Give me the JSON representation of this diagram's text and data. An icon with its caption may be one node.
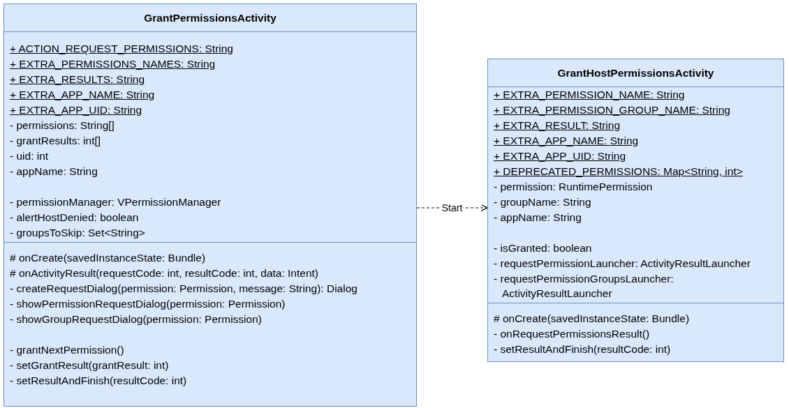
{
  "diagram": {
    "nodes": [
      {
        "text": [
          "GrantPermissionsActivity",
          "+ ACTION_REQUEST_PERMISSIONS: String",
          "+ EXTRA_PERMISSIONS_NAMES: String",
          "+ EXTRA_RESULTS: String",
          "+ EXTRA_APP_NAME: String",
          "+ EXTRA_APP_UID: String",
          "- permissions: String[]",
          "- grantResults: int[]",
          "- uid: int",
          "- appName: String",
          "- permissionManager: VPermissionManager",
          "- alertHostDenied: boolean",
          "- groupsToSkip: Set<String>",
          "# onCreate(savedInstanceState: Bundle)",
          "# onActivityResult(requestCode: int, resultCode: int, data: Intent)",
          "- createRequestDialog(permission: Permission, message: String): Dialog",
          "- showPermissionRequestDialog(permission: Permission)",
          "- showGroupRequestDialog(permission: Permission)",
          "- grantNextPermission()",
          "- setGrantResult(grantResult: int)",
          "- setResultAndFinish(resultCode: int)"
        ]
      },
      {
        "text": [
          "GrantHostPermissionsActivity",
          "+ EXTRA_PERMISSION_NAME: String",
          "+ EXTRA_PERMISSION_GROUP_NAME: String",
          "+ EXTRA_RESULT: String",
          "+ EXTRA_APP_NAME: String",
          "+ EXTRA_APP_UID: String",
          "+ DEPRECATED_PERMISSIONS: Map<String, int>",
          "- permission: RuntimePermission",
          "- groupName: String",
          "- appName: String",
          "- isGranted: boolean",
          "- requestPermissionLauncher: ActivityResultLauncher",
          "- requestPermissionGroupsLauncher: ActivityResultLauncher",
          "# onCreate(savedInstanceState: Bundle)",
          "- onRequestPermissionsResult()",
          "- setResultAndFinish(resultCode: int)"
        ]
      }
    ],
    "edges": [
      {
        "from": 0,
        "to": 1,
        "arrow": "to",
        "style": "dashed",
        "label": "Start"
      }
    ]
  }
}
